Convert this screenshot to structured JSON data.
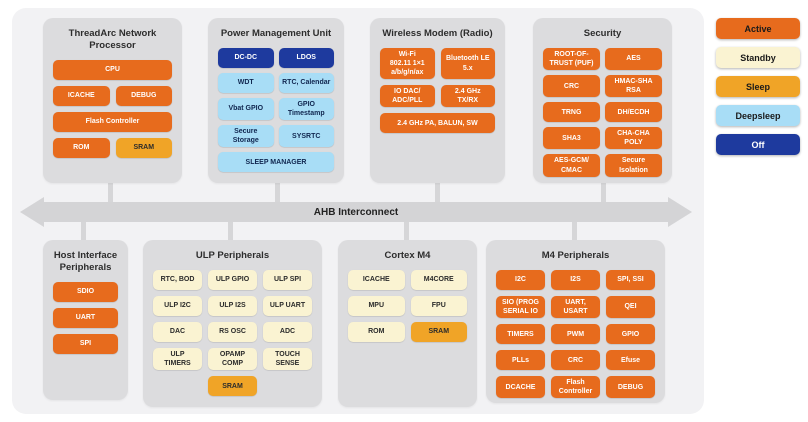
{
  "page": {
    "background": "#FFFFFF",
    "board_color": "#F2F2F4",
    "panel_color": "#DCDCDE",
    "bus_color": "#D4D4D6"
  },
  "states": {
    "active": {
      "label": "Active",
      "bg": "#E76B1D",
      "text": "#FFFFFF"
    },
    "standby": {
      "label": "Standby",
      "bg": "#FAF3D2",
      "text": "#2B2B2B"
    },
    "sleep": {
      "label": "Sleep",
      "bg": "#F0A427",
      "text": "#2B2B2B"
    },
    "deepsleep": {
      "label": "Deepsleep",
      "bg": "#A8DDF6",
      "text": "#10264F"
    },
    "off": {
      "label": "Off",
      "bg": "#1E3A9E",
      "text": "#FFFFFF"
    }
  },
  "legend": {
    "items": [
      {
        "state": "active",
        "legend_text_color": "#1A1A1A"
      },
      {
        "state": "standby",
        "legend_text_color": "#1A1A1A"
      },
      {
        "state": "sleep",
        "legend_text_color": "#1A1A1A"
      },
      {
        "state": "deepsleep",
        "legend_text_color": "#1A1A1A"
      },
      {
        "state": "off",
        "legend_text_color": "#FFFFFF"
      }
    ]
  },
  "bus": {
    "label": "AHB Interconnect"
  },
  "panels": [
    {
      "id": "threadarc-network-processor",
      "title": "ThreadArc Network\nProcessor",
      "cols": 2,
      "chips": [
        {
          "label": "CPU",
          "state": "active",
          "span": true
        },
        {
          "label": "ICACHE",
          "state": "active"
        },
        {
          "label": "DEBUG",
          "state": "active"
        },
        {
          "label": "Flash Controller",
          "state": "active",
          "span": true
        },
        {
          "label": "ROM",
          "state": "active"
        },
        {
          "label": "SRAM",
          "state": "sleep"
        }
      ]
    },
    {
      "id": "power-management-unit",
      "title": "Power Management Unit",
      "cols": 2,
      "tight": true,
      "chips": [
        {
          "label": "DC-DC",
          "state": "off"
        },
        {
          "label": "LDOS",
          "state": "off"
        },
        {
          "label": "WDT",
          "state": "deepsleep"
        },
        {
          "label": "RTC, Calendar",
          "state": "deepsleep"
        },
        {
          "label": "Vbat GPIO",
          "state": "deepsleep"
        },
        {
          "label": "GPIO\nTimestamp",
          "state": "deepsleep"
        },
        {
          "label": "Secure\nStorage",
          "state": "deepsleep"
        },
        {
          "label": "SYSRTC",
          "state": "deepsleep"
        },
        {
          "label": "SLEEP MANAGER",
          "state": "deepsleep",
          "span": true
        }
      ]
    },
    {
      "id": "wireless-modem-radio",
      "title": "Wireless Modem (Radio)",
      "cols": 2,
      "chips": [
        {
          "label": "Wi-Fi\n802.11 1×1\na/b/g/n/ax",
          "state": "active"
        },
        {
          "label": "Bluetooth LE\n5.x",
          "state": "active"
        },
        {
          "label": "IO DAC/\nADC/PLL",
          "state": "active"
        },
        {
          "label": "2.4 GHz\nTX/RX",
          "state": "active"
        },
        {
          "label": "2.4 GHz PA, BALUN, SW",
          "state": "active",
          "span": true
        }
      ]
    },
    {
      "id": "security",
      "title": "Security",
      "cols": 2,
      "tight": true,
      "chips": [
        {
          "label": "ROOT-OF-\nTRUST (PUF)",
          "state": "active"
        },
        {
          "label": "AES",
          "state": "active"
        },
        {
          "label": "CRC",
          "state": "active"
        },
        {
          "label": "HMAC-SHA\nRSA",
          "state": "active"
        },
        {
          "label": "TRNG",
          "state": "active"
        },
        {
          "label": "DH/ECDH",
          "state": "active"
        },
        {
          "label": "SHA3",
          "state": "active"
        },
        {
          "label": "CHA-CHA\nPOLY",
          "state": "active"
        },
        {
          "label": "AES-GCM/\nCMAC",
          "state": "active"
        },
        {
          "label": "Secure\nIsolation",
          "state": "active"
        }
      ]
    },
    {
      "id": "host-interface-peripherals",
      "title": "Host Interface\nPeripherals",
      "cols": 1,
      "chips": [
        {
          "label": "SDIO",
          "state": "active"
        },
        {
          "label": "UART",
          "state": "active"
        },
        {
          "label": "SPI",
          "state": "active"
        }
      ]
    },
    {
      "id": "ulp-peripherals",
      "title": "ULP Peripherals",
      "cols": 3,
      "chips": [
        {
          "label": "RTC, BOD",
          "state": "standby"
        },
        {
          "label": "ULP GPIO",
          "state": "standby"
        },
        {
          "label": "ULP SPI",
          "state": "standby"
        },
        {
          "label": "ULP I2C",
          "state": "standby"
        },
        {
          "label": "ULP I2S",
          "state": "standby"
        },
        {
          "label": "ULP UART",
          "state": "standby"
        },
        {
          "label": "DAC",
          "state": "standby"
        },
        {
          "label": "RS OSC",
          "state": "standby"
        },
        {
          "label": "ADC",
          "state": "standby"
        },
        {
          "label": "ULP\nTIMERS",
          "state": "standby"
        },
        {
          "label": "OPAMP\nCOMP",
          "state": "standby"
        },
        {
          "label": "TOUCH\nSENSE",
          "state": "standby"
        },
        {
          "label": "SRAM",
          "state": "sleep",
          "col2": true
        }
      ]
    },
    {
      "id": "cortex-m4",
      "title": "Cortex M4",
      "cols": 2,
      "chips": [
        {
          "label": "ICACHE",
          "state": "standby"
        },
        {
          "label": "M4CORE",
          "state": "standby"
        },
        {
          "label": "MPU",
          "state": "standby"
        },
        {
          "label": "FPU",
          "state": "standby"
        },
        {
          "label": "ROM",
          "state": "standby"
        },
        {
          "label": "SRAM",
          "state": "sleep"
        }
      ]
    },
    {
      "id": "m4-peripherals",
      "title": "M4 Peripherals",
      "cols": 3,
      "chips": [
        {
          "label": "I2C",
          "state": "active"
        },
        {
          "label": "I2S",
          "state": "active"
        },
        {
          "label": "SPI, SSI",
          "state": "active"
        },
        {
          "label": "SIO (PROG\nSERIAL IO",
          "state": "active"
        },
        {
          "label": "UART, USART",
          "state": "active"
        },
        {
          "label": "QEI",
          "state": "active"
        },
        {
          "label": "TIMERS",
          "state": "active"
        },
        {
          "label": "PWM",
          "state": "active"
        },
        {
          "label": "GPIO",
          "state": "active"
        },
        {
          "label": "PLLs",
          "state": "active"
        },
        {
          "label": "CRC",
          "state": "active"
        },
        {
          "label": "Efuse",
          "state": "active"
        },
        {
          "label": "DCACHE",
          "state": "active"
        },
        {
          "label": "Flash\nController",
          "state": "active"
        },
        {
          "label": "DEBUG",
          "state": "active"
        }
      ]
    }
  ],
  "connectors": {
    "top_x": [
      108,
      275,
      435,
      601
    ],
    "bottom_x": [
      81,
      228,
      404,
      572
    ]
  }
}
